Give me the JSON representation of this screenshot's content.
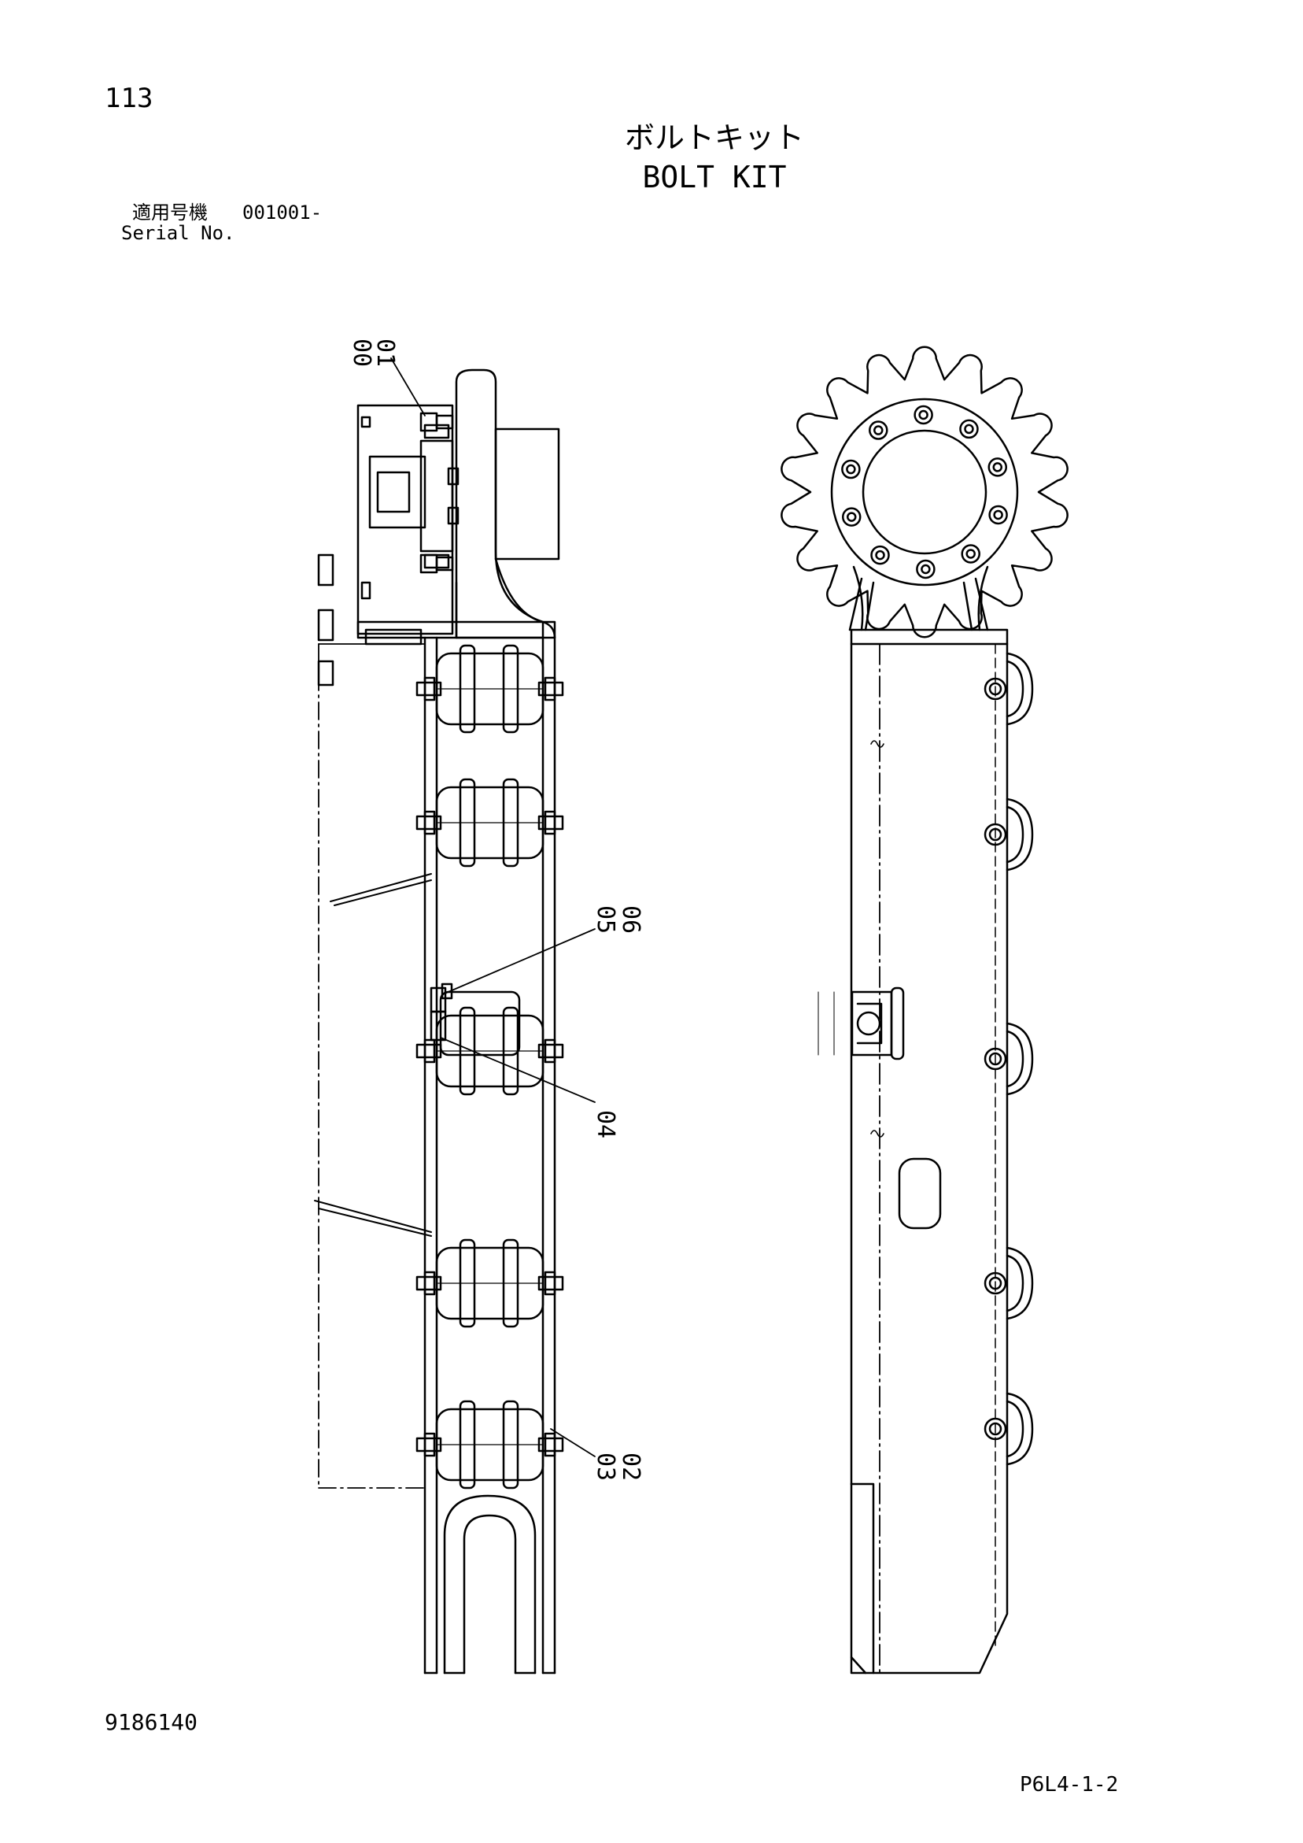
{
  "header": {
    "page_number": "113",
    "title_japanese": "ボルトキット",
    "title_english": "BOLT KIT",
    "serial_label_japanese": "適用号機",
    "serial_value": "001001-",
    "serial_label_english": "Serial No."
  },
  "callouts": {
    "c1": {
      "top": "00",
      "bottom": "01"
    },
    "c2": {
      "top": "05",
      "bottom": "06"
    },
    "c3": {
      "single": "04"
    },
    "c4": {
      "top": "03",
      "bottom": "02"
    }
  },
  "footer": {
    "document_number": "9186140",
    "sheet_code": "P6L4-1-2"
  },
  "colors": {
    "line": "#000000",
    "background": "#ffffff"
  }
}
